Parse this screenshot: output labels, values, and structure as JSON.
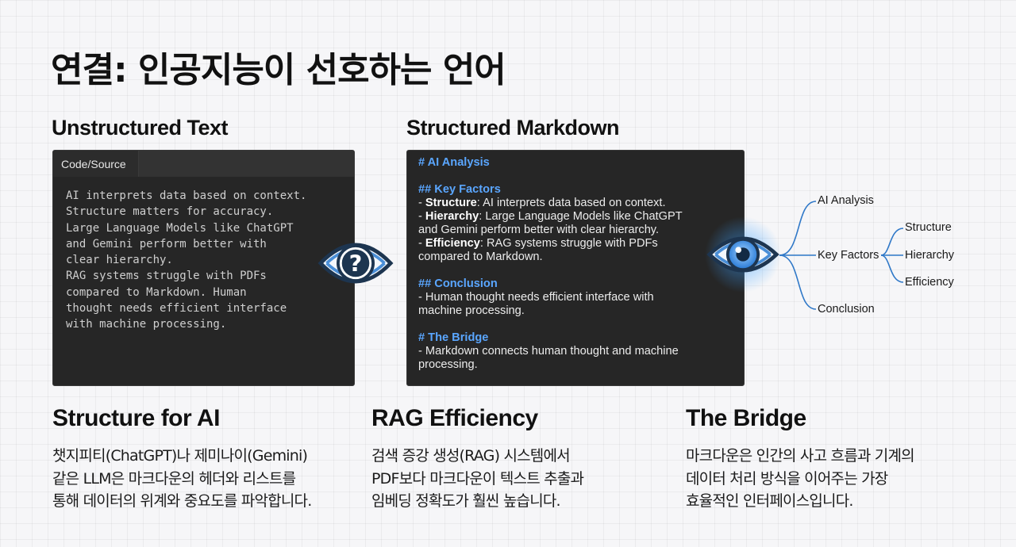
{
  "title": "연결: 인공지능이 선호하는 언어",
  "left_panel": {
    "heading": "Unstructured Text",
    "tab_label": "Code/Source",
    "code_lines": [
      "AI interprets data based on context.",
      "Structure matters for accuracy.",
      "Large Language Models like ChatGPT",
      "and Gemini perform better with",
      "clear hierarchy.",
      "RAG systems struggle with PDFs",
      "compared to Markdown. Human",
      "thought needs efficient interface",
      "with machine processing."
    ]
  },
  "right_panel": {
    "heading": "Structured Markdown",
    "h1_analysis": "# AI Analysis",
    "h2_factors": "## Key Factors",
    "structure_label": "Structure",
    "structure_text": ": AI interprets data based on context.",
    "hierarchy_label": "Hierarchy",
    "hierarchy_text": ": Large Language Models like ChatGPT",
    "hierarchy_text2": "and Gemini perform better with clear hierarchy.",
    "efficiency_label": "Efficiency",
    "efficiency_text": ": RAG systems struggle with PDFs",
    "efficiency_text2": "compared to Markdown.",
    "h2_conclusion": "## Conclusion",
    "conclusion_text": "- Human thought needs efficient interface with",
    "conclusion_text2": "machine processing.",
    "h1_bridge": "# The Bridge",
    "bridge_text": "- Markdown connects human thought and machine",
    "bridge_text2": "processing.",
    "bullet": "- "
  },
  "eyes": {
    "left_glyph": "?",
    "left_icon": "question-eye-icon",
    "right_icon": "glowing-eye-icon"
  },
  "mind_map": {
    "root_children": [
      "AI Analysis",
      "Key Factors",
      "Conclusion"
    ],
    "key_factor_children": [
      "Structure",
      "Hierarchy",
      "Efficiency"
    ]
  },
  "sections": [
    {
      "title": "Structure for AI",
      "lines": [
        "챗지피티(ChatGPT)나 제미나이(Gemini)",
        "같은 LLM은 마크다운의 헤더와 리스트를",
        "통해 데이터의 위계와 중요도를 파악합니다."
      ]
    },
    {
      "title": "RAG Efficiency",
      "lines": [
        "검색 증강 생성(RAG) 시스템에서",
        "PDF보다 마크다운이 텍스트 추출과",
        "임베딩 정확도가 훨씬 높습니다."
      ]
    },
    {
      "title": "The Bridge",
      "lines": [
        "마크다운은 인간의 사고 흐름과 기계의",
        "데이터 처리 방식을 이어주는 가장",
        "효율적인 인터페이스입니다."
      ]
    }
  ],
  "colors": {
    "markdown_heading": "#5aa6ff",
    "eye_blue": "#4a8fd8",
    "eye_dark": "#1d3550",
    "glow": "#3aa0ff"
  }
}
